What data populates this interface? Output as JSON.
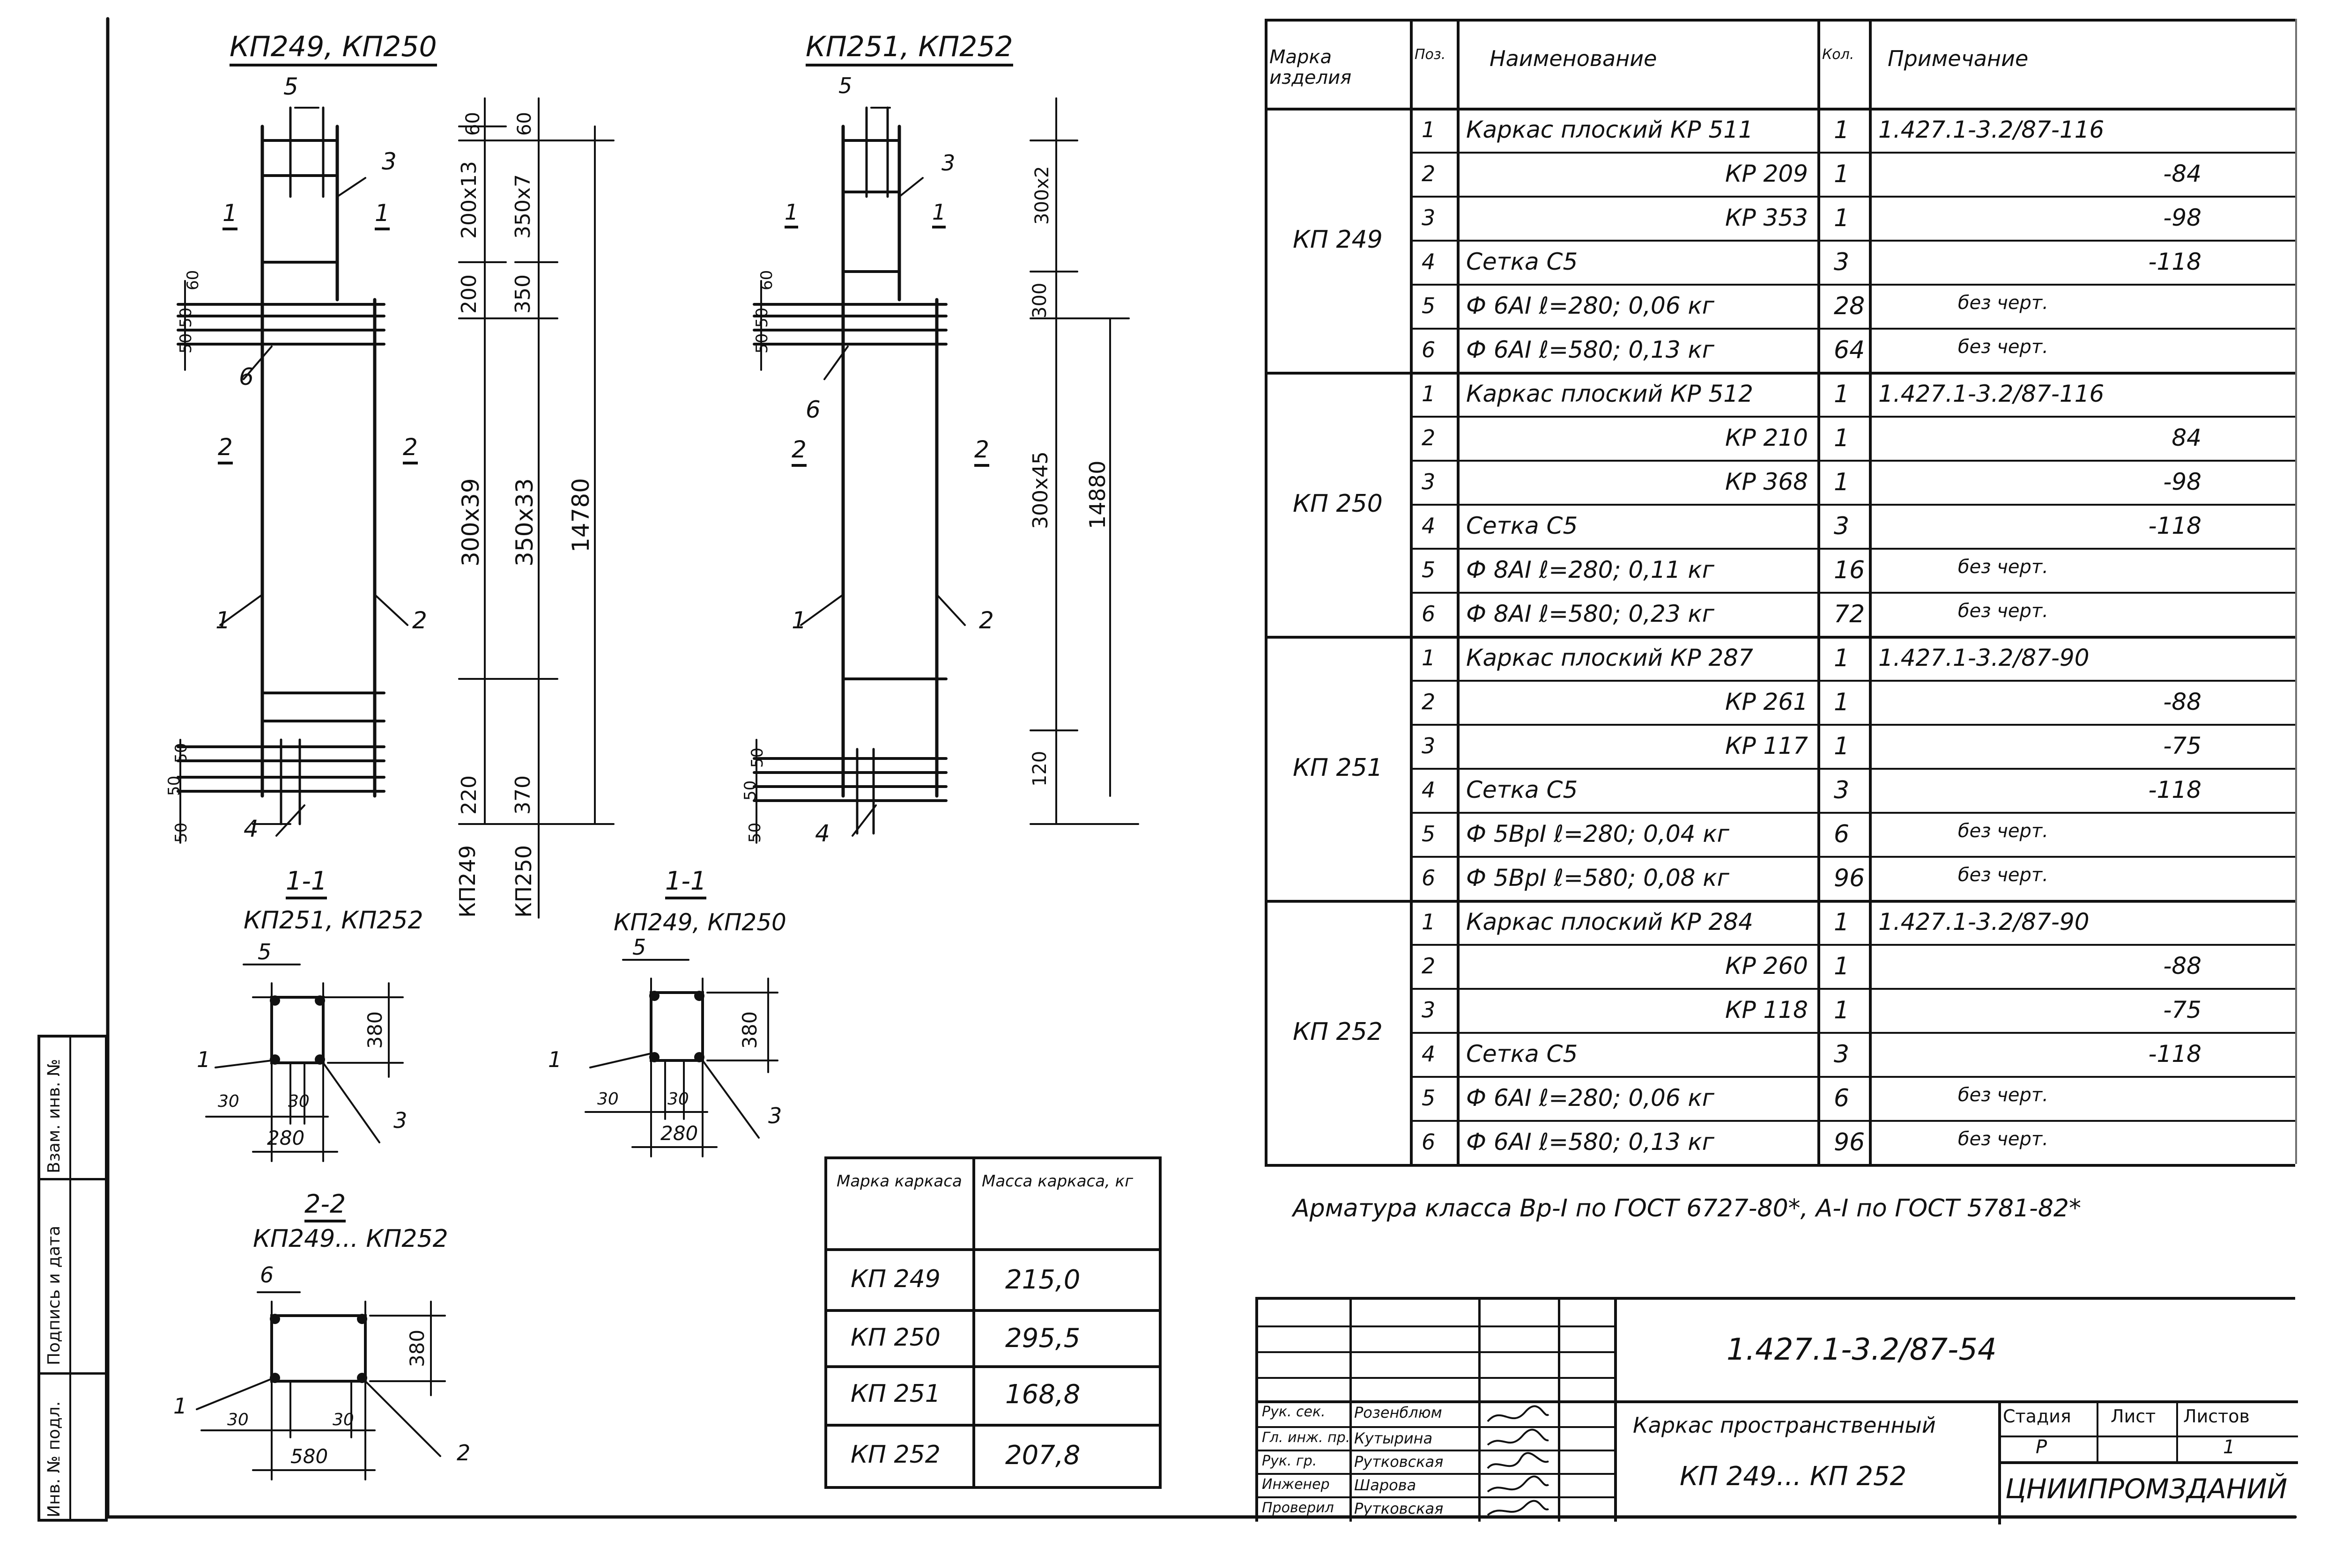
{
  "elevations": {
    "left": {
      "title": "КП249, КП250",
      "labels": {
        "n5": "5",
        "n3": "3",
        "n1a": "1",
        "n1b": "1",
        "n6": "6",
        "n2a": "2",
        "n2b": "2",
        "n1c": "1",
        "n2c": "2",
        "n4": "4"
      },
      "left_dims": {
        "d60": "60",
        "d50a": "50",
        "d50b": "50",
        "d50c": "50",
        "d50d": "50",
        "d50e": "50"
      },
      "dims_kp249": {
        "top": "60",
        "upper": "200x13",
        "mid": "200",
        "main": "300x39",
        "bottom": "220",
        "name": "КП249"
      },
      "dims_kp250": {
        "top": "60",
        "upper": "350x7",
        "mid": "350",
        "main": "350x33",
        "bottom": "370",
        "name": "КП250"
      },
      "total": "14780"
    },
    "right": {
      "title": "КП251, КП252",
      "labels": {
        "n5": "5",
        "n3": "3",
        "n1a": "1",
        "n1b": "1",
        "n6": "6",
        "n2a": "2",
        "n2b": "2",
        "n1c": "1",
        "n2c": "2",
        "n4": "4"
      },
      "left_dims": {
        "d60": "60",
        "d50a": "50",
        "d50b": "50",
        "d50c": "50",
        "d50d": "50",
        "d50e": "50"
      },
      "dims": {
        "upper": "300x2",
        "mid": "300",
        "main": "300x45",
        "bottom": "120"
      },
      "total": "14880"
    }
  },
  "sections": {
    "s1_kp251": {
      "title": "1-1",
      "subtitle": "КП251, КП252",
      "n5": "5",
      "n1": "1",
      "n3": "3",
      "h": "380",
      "a": "30",
      "b": "30",
      "w": "280"
    },
    "s1_kp249": {
      "title": "1-1",
      "subtitle": "КП249, КП250",
      "n5": "5",
      "n1": "1",
      "n3": "3",
      "h": "380",
      "a": "30",
      "b": "30",
      "w": "280"
    },
    "s2": {
      "title": "2-2",
      "subtitle": "КП249... КП252",
      "n6": "6",
      "n1": "1",
      "n2": "2",
      "h": "380",
      "a": "30",
      "b": "30",
      "w": "580"
    }
  },
  "mass_table": {
    "headers": [
      "Марка каркаса",
      "Масса каркаса, кг"
    ],
    "rows": [
      [
        "КП 249",
        "215,0"
      ],
      [
        "КП 250",
        "295,5"
      ],
      [
        "КП 251",
        "168,8"
      ],
      [
        "КП 252",
        "207,8"
      ]
    ]
  },
  "spec": {
    "headers": [
      "Марка изделия",
      "Поз.",
      "Наименование",
      "Кол.",
      "Примечание"
    ],
    "groups": [
      {
        "mark": "КП 249",
        "rows": [
          [
            "1",
            "Каркас плоский КР 511",
            "1",
            "1.427.1-3.2/87-116"
          ],
          [
            "2",
            "КР 209",
            "1",
            "-84"
          ],
          [
            "3",
            "КР 353",
            "1",
            "-98"
          ],
          [
            "4",
            "Сетка С5",
            "3",
            "-118"
          ],
          [
            "5",
            "Ф 6АI ℓ=280; 0,06 кг",
            "28",
            "без черт."
          ],
          [
            "6",
            "Ф 6АI ℓ=580; 0,13 кг",
            "64",
            "без черт."
          ]
        ]
      },
      {
        "mark": "КП 250",
        "rows": [
          [
            "1",
            "Каркас плоский КР 512",
            "1",
            "1.427.1-3.2/87-116"
          ],
          [
            "2",
            "КР 210",
            "1",
            "84"
          ],
          [
            "3",
            "КР 368",
            "1",
            "-98"
          ],
          [
            "4",
            "Сетка С5",
            "3",
            "-118"
          ],
          [
            "5",
            "Ф 8АI ℓ=280; 0,11 кг",
            "16",
            "без черт."
          ],
          [
            "6",
            "Ф 8АI ℓ=580; 0,23 кг",
            "72",
            "без черт."
          ]
        ]
      },
      {
        "mark": "КП 251",
        "rows": [
          [
            "1",
            "Каркас плоский КР 287",
            "1",
            "1.427.1-3.2/87-90"
          ],
          [
            "2",
            "КР 261",
            "1",
            "-88"
          ],
          [
            "3",
            "КР 117",
            "1",
            "-75"
          ],
          [
            "4",
            "Сетка С5",
            "3",
            "-118"
          ],
          [
            "5",
            "Ф 5ВрI ℓ=280; 0,04 кг",
            "6",
            "без черт."
          ],
          [
            "6",
            "Ф 5ВрI ℓ=580; 0,08 кг",
            "96",
            "без черт."
          ]
        ]
      },
      {
        "mark": "КП 252",
        "rows": [
          [
            "1",
            "Каркас плоский КР 284",
            "1",
            "1.427.1-3.2/87-90"
          ],
          [
            "2",
            "КР 260",
            "1",
            "-88"
          ],
          [
            "3",
            "КР 118",
            "1",
            "-75"
          ],
          [
            "4",
            "Сетка С5",
            "3",
            "-118"
          ],
          [
            "5",
            "Ф 6АI ℓ=280; 0,06 кг",
            "6",
            "без черт."
          ],
          [
            "6",
            "Ф 6АI ℓ=580; 0,13 кг",
            "96",
            "без черт."
          ]
        ]
      }
    ]
  },
  "note": "Арматура класса Вр-I по ГОСТ 6727-80*, А-I по ГОСТ 5781-82*",
  "title_block": {
    "doc_code": "1.427.1-3.2/87-54",
    "title_line1": "Каркас пространственный",
    "title_line2": "КП 249... КП 252",
    "stage_label": "Стадия",
    "sheet_label": "Лист",
    "sheets_label": "Листов",
    "stage": "Р",
    "sheet": "",
    "sheets": "1",
    "org": "ЦНИИПРОМЗДАНИЙ",
    "people": [
      [
        "Рук. сек.",
        "Розенблюм"
      ],
      [
        "Гл. инж. пр.",
        "Кутырина"
      ],
      [
        "Рук. гр.",
        "Рутковская"
      ],
      [
        "Инженер",
        "Шарова"
      ],
      [
        "Проверил",
        "Рутковская"
      ]
    ]
  },
  "side_stamp": [
    "Инв. № подл.",
    "Подпись и дата",
    "Взам. инв. №"
  ]
}
